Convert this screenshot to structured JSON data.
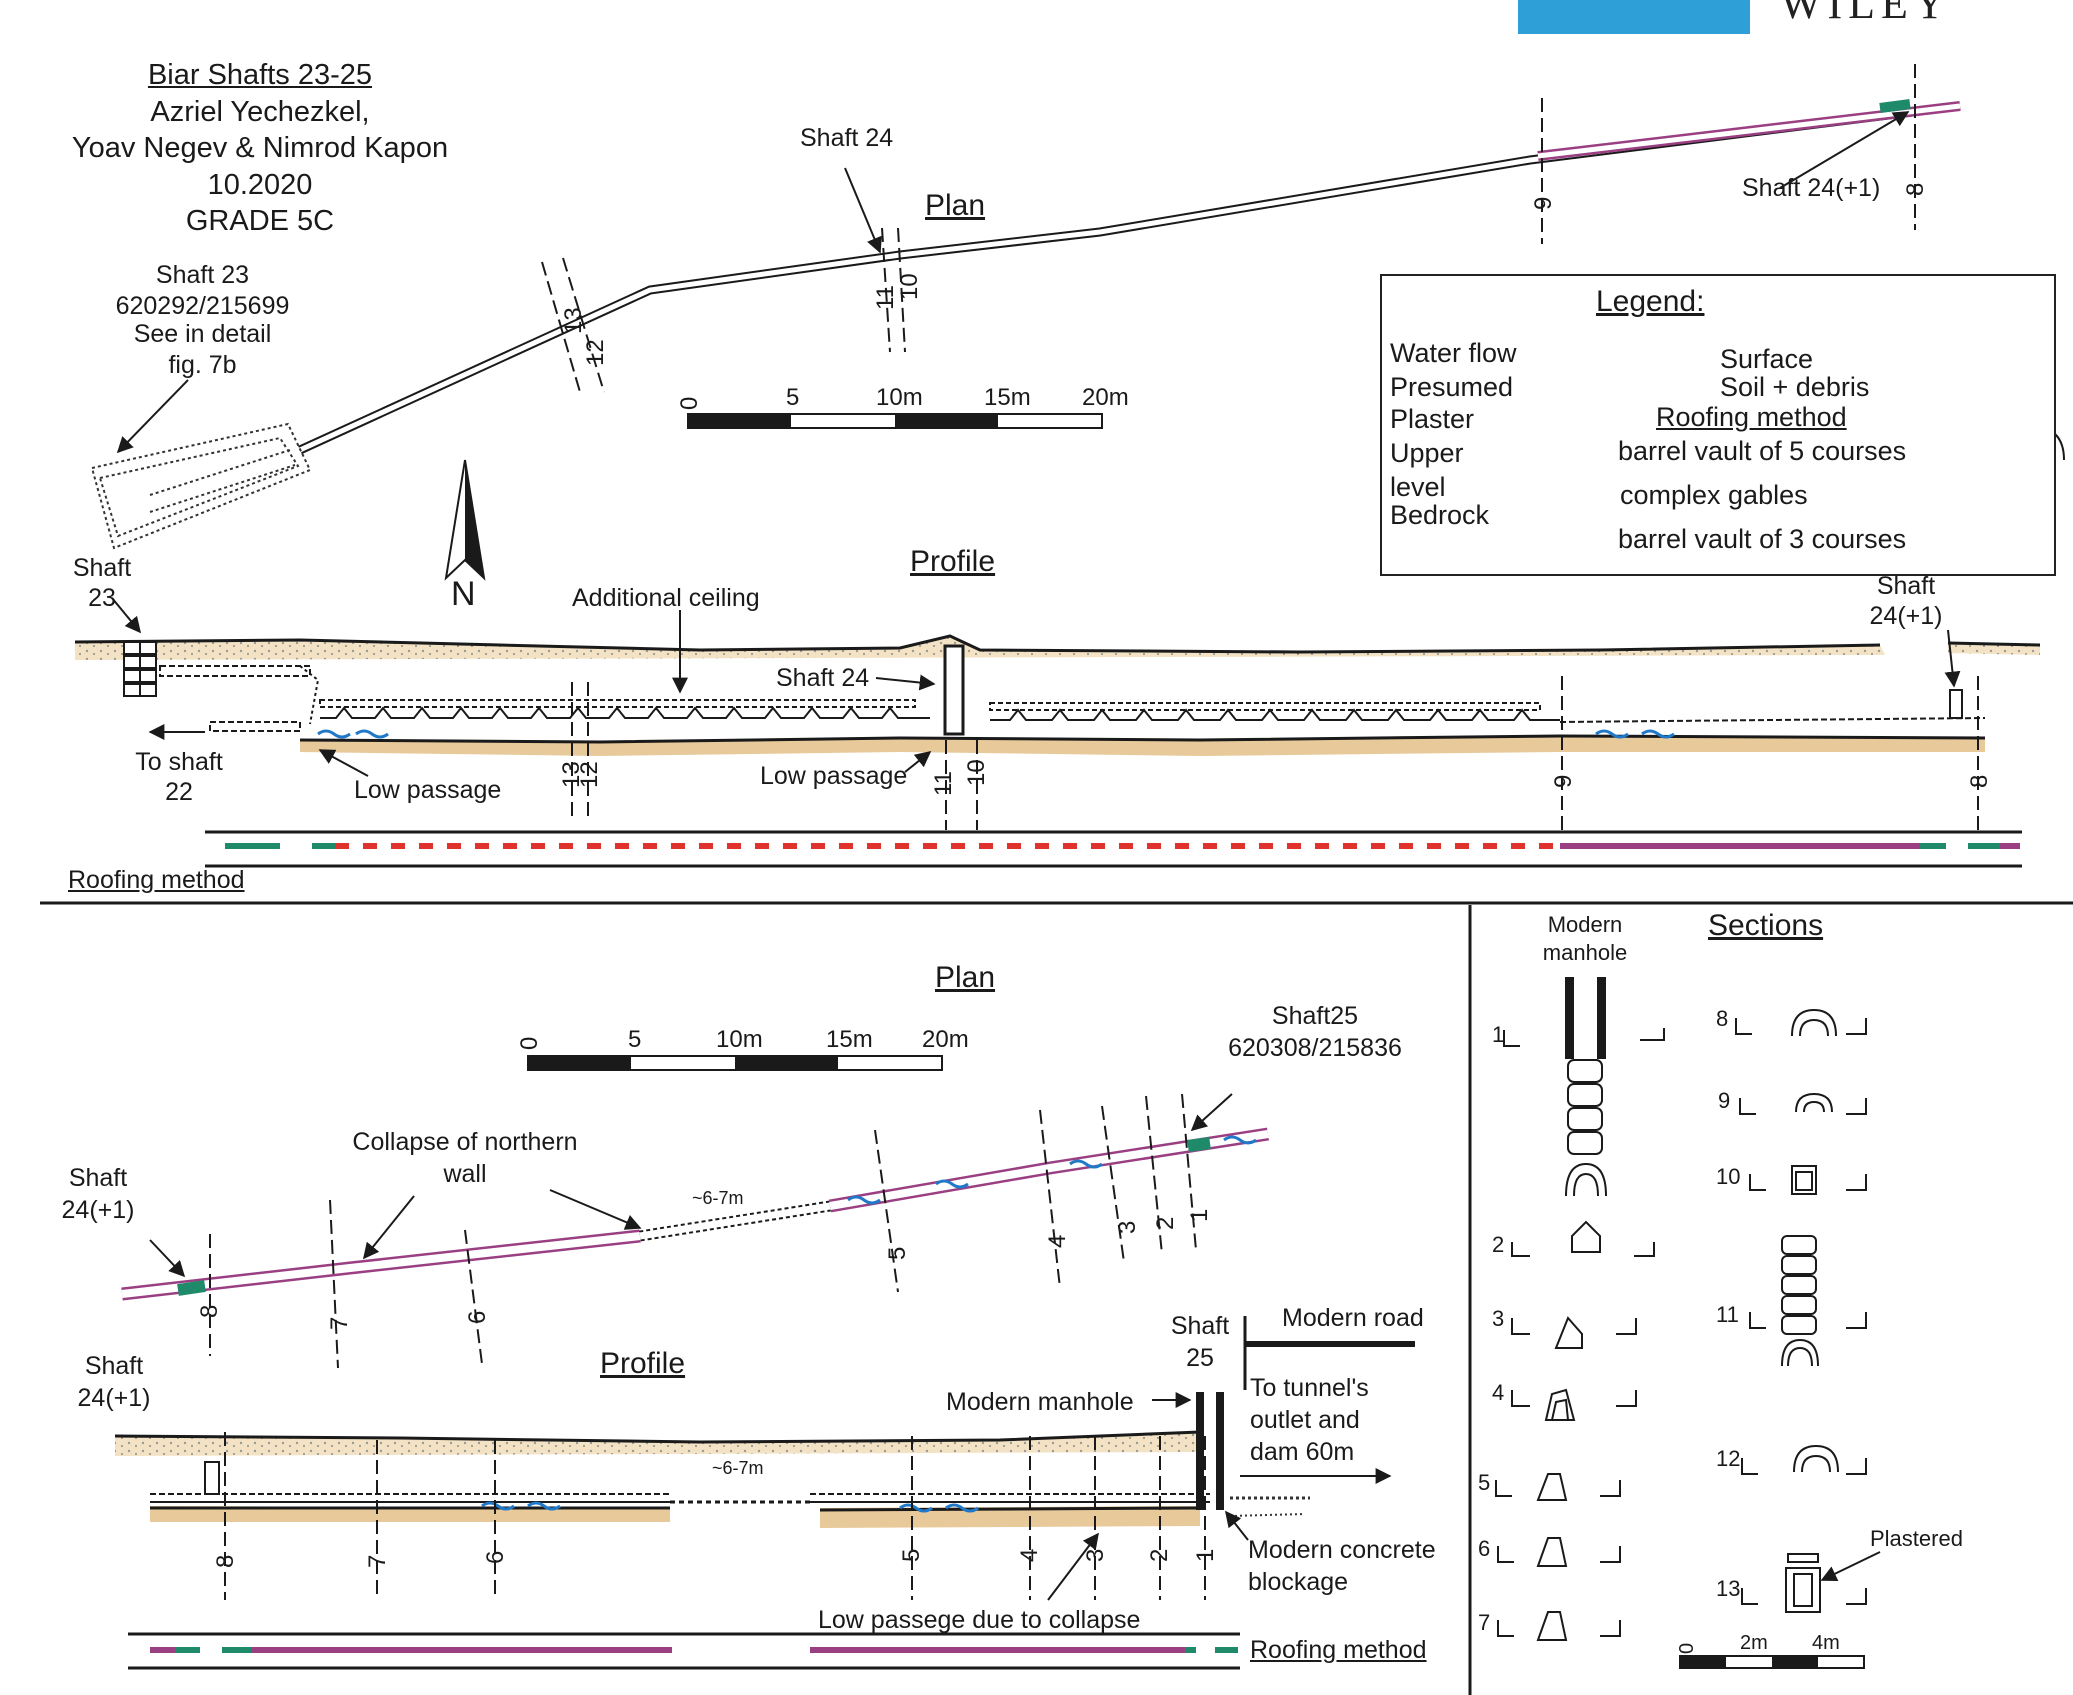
{
  "header": {
    "title": "Biar Shafts 23-25",
    "authors_1": "Azriel Yechezkel,",
    "authors_2": "Yoav Negev &  Nimrod Kapon",
    "date": "10.2020",
    "grade": "GRADE 5C",
    "publisher_mark": "WILEY"
  },
  "top_plan": {
    "title": "Plan",
    "shaft23_label": "Shaft 23",
    "shaft23_coords": "620292/215699",
    "shaft23_note_1": "See in detail",
    "shaft23_note_2": "fig. 7b",
    "shaft24_label": "Shaft 24",
    "shaft24p1_label": "Shaft 24(+1)",
    "section_numbers": [
      "13",
      "12",
      "11",
      "10",
      "9",
      "8"
    ],
    "scale_ticks": [
      "0",
      "5",
      "10m",
      "15m",
      "20m"
    ],
    "north": "N"
  },
  "legend": {
    "title": "Legend:",
    "water_flow": "Water flow",
    "presumed": "Presumed",
    "plaster": "Plaster",
    "upper_1": "Upper",
    "upper_2": "level",
    "bedrock": "Bedrock",
    "surface": "Surface",
    "soil": "Soil + debris",
    "roofing_title": "Roofing method",
    "roof_5": "barrel vault of 5 courses",
    "roof_gables": "complex gables",
    "roof_3": "barrel vault of 3 courses",
    "colors": {
      "green": "#1f8a6a",
      "purple": "#9b3f83",
      "red": "#e0322c",
      "water": "#1f78c8",
      "bedrock": "#e8c99a"
    }
  },
  "top_profile": {
    "title": "Profile",
    "shaft23_a": "Shaft",
    "shaft23_b": "23",
    "additional_ceiling": "Additional ceiling",
    "shaft24": "Shaft 24",
    "shaft24p1_a": "Shaft",
    "shaft24p1_b": "24(+1)",
    "to_shaft_a": "To shaft",
    "to_shaft_b": "22",
    "low_passage_1": "Low passage",
    "low_passage_2": "Low passage",
    "section_numbers": [
      "13",
      "12",
      "11",
      "10",
      "9",
      "8"
    ],
    "roofing_label": "Roofing method"
  },
  "bottom_plan": {
    "title": "Plan",
    "scale_ticks": [
      "0",
      "5",
      "10m",
      "15m",
      "20m"
    ],
    "shaft25_label": "Shaft25",
    "shaft25_coords": "620308/215836",
    "collapse_1": "Collapse of northern",
    "collapse_2": "wall",
    "shaft24p1_a": "Shaft",
    "shaft24p1_b": "24(+1)",
    "distance": "~6-7m",
    "section_numbers": [
      "8",
      "7",
      "6",
      "5",
      "4",
      "3",
      "2",
      "1"
    ]
  },
  "bottom_profile": {
    "title": "Profile",
    "shaft24p1_a": "Shaft",
    "shaft24p1_b": "24(+1)",
    "shaft25_a": "Shaft",
    "shaft25_b": "25",
    "modern_road": "Modern road",
    "modern_manhole": "Modern manhole",
    "outlet_1": "To tunnel's",
    "outlet_2": "outlet  and",
    "outlet_3": "dam 60m",
    "distance": "~6-7m",
    "concrete_1": "Modern concrete",
    "concrete_2": "blockage",
    "low_passage": "Low passege due to collapse",
    "roofing_label": "Roofing method",
    "section_numbers": [
      "8",
      "7",
      "6",
      "5",
      "4",
      "3",
      "2",
      "1"
    ]
  },
  "sections": {
    "title": "Sections",
    "manhole_1": "Modern",
    "manhole_2": "manhole",
    "plastered": "Plastered",
    "numbers": [
      "1",
      "2",
      "3",
      "4",
      "5",
      "6",
      "7",
      "8",
      "9",
      "10",
      "11",
      "12",
      "13"
    ],
    "scale_ticks": [
      "0",
      "2m",
      "4m"
    ]
  }
}
